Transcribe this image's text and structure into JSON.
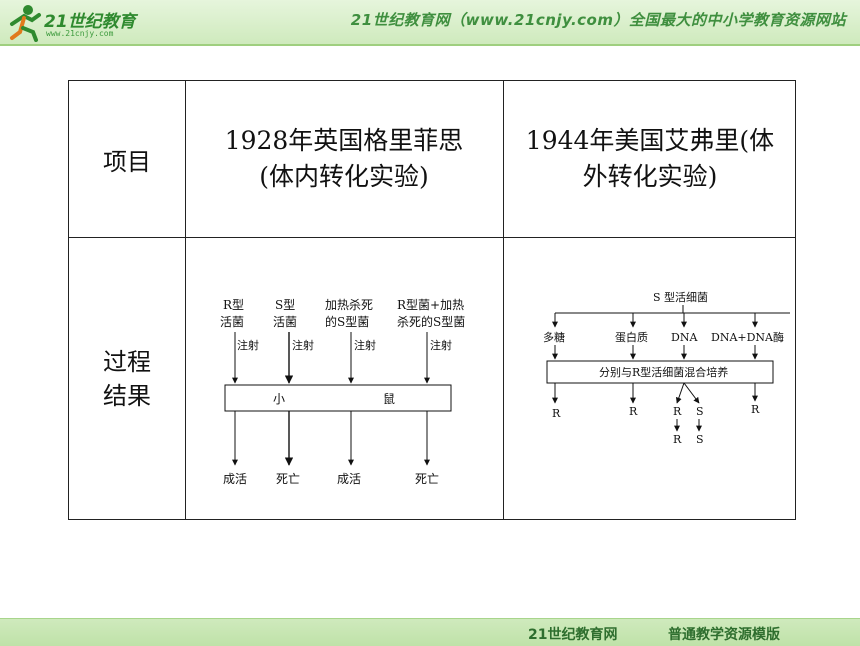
{
  "header": {
    "logo_main": "21世纪教育",
    "logo_sub": "www.21cnjy.com",
    "slogan": "21世纪教育网（www.21cnjy.com）全国最大的中小学教育资源网站"
  },
  "footer": {
    "left": "21世纪教育网",
    "right": "普通教学资源模版"
  },
  "table": {
    "col_header": "项目",
    "exp1_line1": "1928年英国格里菲思",
    "exp1_line2": "(体内转化实验)",
    "exp2_line1": "1944年美国艾弗里(体",
    "exp2_line2": "外转化实验)",
    "row_label_line1": "过程",
    "row_label_line2": "结果"
  },
  "griffith": {
    "groups": [
      {
        "l1": "R型",
        "l2": "活菌"
      },
      {
        "l1": "S型",
        "l2": "活菌"
      },
      {
        "l1": "加热杀死",
        "l2": "的S型菌"
      },
      {
        "l1": "R型菌+加热",
        "l2": "杀死的S型菌"
      }
    ],
    "inject": "注射",
    "mouse_1": "小",
    "mouse_2": "鼠",
    "results": [
      "成活",
      "死亡",
      "成活",
      "死亡"
    ]
  },
  "avery": {
    "top": "S 型活细菌",
    "components": [
      "多糖",
      "蛋白质",
      "DNA",
      "DNA+DNA酶"
    ],
    "box": "分别与R型活细菌混合培养",
    "results": [
      "R",
      "R",
      "R",
      "S",
      "R"
    ],
    "sub_results": [
      "R",
      "S"
    ]
  }
}
